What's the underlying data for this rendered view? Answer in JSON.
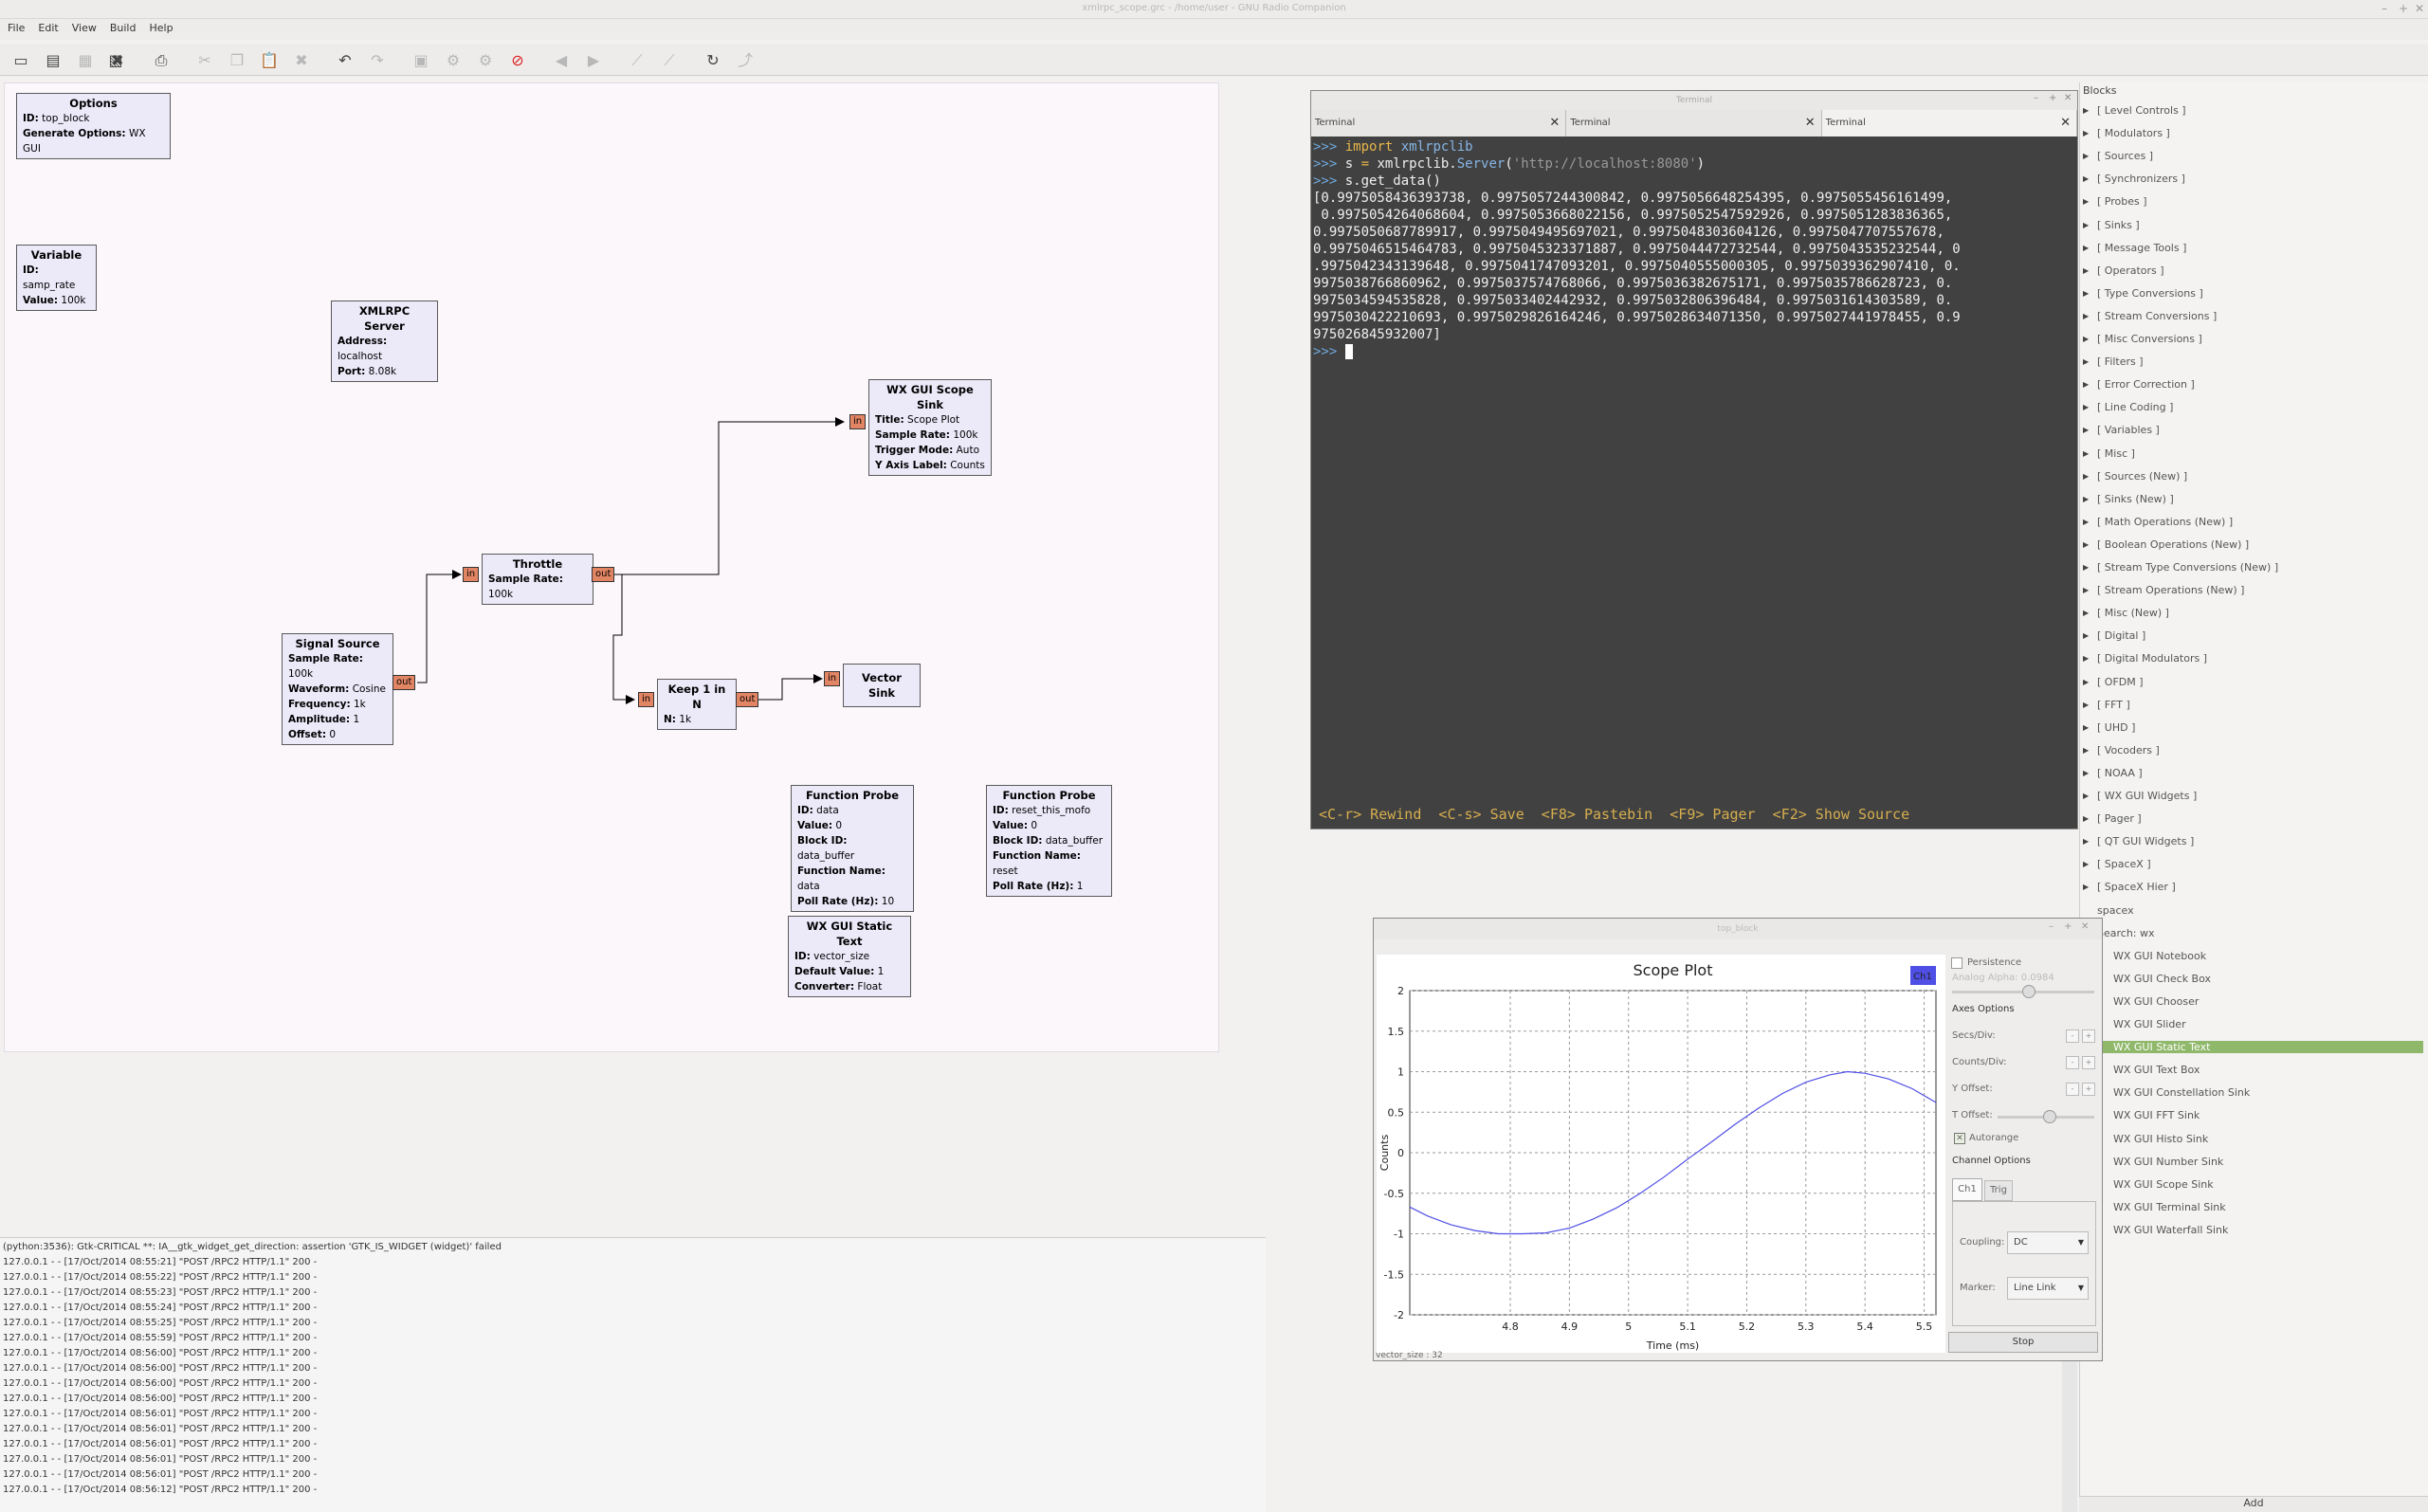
{
  "window": {
    "title": "xmlrpc_scope.grc - /home/user - GNU Radio Companion"
  },
  "menu": [
    "File",
    "Edit",
    "View",
    "Build",
    "Help"
  ],
  "toolbar": {
    "icons": [
      "new-icon",
      "open-icon",
      "save-icon",
      "save-as-icon",
      "close-icon",
      "print-icon",
      "cut-icon",
      "copy-icon",
      "paste-icon",
      "delete-icon",
      "undo-icon",
      "redo-icon",
      "generate-icon",
      "execute-icon",
      "settings-icon",
      "kill-icon",
      "rotate-ccw-icon",
      "rotate-cw-icon",
      "enable-icon",
      "disable-icon",
      "reload-icon",
      "find-icon"
    ]
  },
  "flowgraph": {
    "options": {
      "title": "Options",
      "rows": [
        [
          "ID:",
          " top_block"
        ],
        [
          "Generate Options:",
          " WX GUI"
        ]
      ]
    },
    "variable": {
      "title": "Variable",
      "rows": [
        [
          "ID:",
          " samp_rate"
        ],
        [
          "Value:",
          " 100k"
        ]
      ]
    },
    "xmlrpc": {
      "title": "XMLRPC Server",
      "rows": [
        [
          "Address:",
          " localhost"
        ],
        [
          "Port:",
          " 8.08k"
        ]
      ]
    },
    "scope_sink": {
      "title": "WX GUI Scope Sink",
      "rows": [
        [
          "Title:",
          " Scope Plot"
        ],
        [
          "Sample Rate:",
          " 100k"
        ],
        [
          "Trigger Mode:",
          " Auto"
        ],
        [
          "Y Axis Label:",
          " Counts"
        ]
      ]
    },
    "throttle": {
      "title": "Throttle",
      "rows": [
        [
          "Sample Rate:",
          " 100k"
        ]
      ]
    },
    "signal_source": {
      "title": "Signal Source",
      "rows": [
        [
          "Sample Rate:",
          " 100k"
        ],
        [
          "Waveform:",
          " Cosine"
        ],
        [
          "Frequency:",
          " 1k"
        ],
        [
          "Amplitude:",
          " 1"
        ],
        [
          "Offset:",
          " 0"
        ]
      ]
    },
    "keep": {
      "title": "Keep 1 in N",
      "rows": [
        [
          "N:",
          " 1k"
        ]
      ]
    },
    "vector_sink": {
      "title": "Vector Sink"
    },
    "probe1": {
      "title": "Function Probe",
      "rows": [
        [
          "ID:",
          " data"
        ],
        [
          "Value:",
          " 0"
        ],
        [
          "Block ID:",
          " data_buffer"
        ],
        [
          "Function Name:",
          " data"
        ],
        [
          "Poll Rate (Hz):",
          " 10"
        ]
      ]
    },
    "probe2": {
      "title": "Function Probe",
      "rows": [
        [
          "ID:",
          " reset_this_mofo"
        ],
        [
          "Value:",
          " 0"
        ],
        [
          "Block ID:",
          " data_buffer"
        ],
        [
          "Function Name:",
          " reset"
        ],
        [
          "Poll Rate (Hz):",
          " 1"
        ]
      ]
    },
    "static_text": {
      "title": "WX GUI Static Text",
      "rows": [
        [
          "ID:",
          " vector_size"
        ],
        [
          "Default Value:",
          " 1"
        ],
        [
          "Converter:",
          " Float"
        ]
      ]
    },
    "port_in": "in",
    "port_out": "out"
  },
  "log": [
    "(python:3536): Gtk-CRITICAL **: IA__gtk_widget_get_direction: assertion 'GTK_IS_WIDGET (widget)' failed",
    "127.0.0.1 - - [17/Oct/2014 08:55:21] \"POST /RPC2 HTTP/1.1\" 200 -",
    "127.0.0.1 - - [17/Oct/2014 08:55:22] \"POST /RPC2 HTTP/1.1\" 200 -",
    "127.0.0.1 - - [17/Oct/2014 08:55:23] \"POST /RPC2 HTTP/1.1\" 200 -",
    "127.0.0.1 - - [17/Oct/2014 08:55:24] \"POST /RPC2 HTTP/1.1\" 200 -",
    "127.0.0.1 - - [17/Oct/2014 08:55:25] \"POST /RPC2 HTTP/1.1\" 200 -",
    "127.0.0.1 - - [17/Oct/2014 08:55:59] \"POST /RPC2 HTTP/1.1\" 200 -",
    "127.0.0.1 - - [17/Oct/2014 08:56:00] \"POST /RPC2 HTTP/1.1\" 200 -",
    "127.0.0.1 - - [17/Oct/2014 08:56:00] \"POST /RPC2 HTTP/1.1\" 200 -",
    "127.0.0.1 - - [17/Oct/2014 08:56:00] \"POST /RPC2 HTTP/1.1\" 200 -",
    "127.0.0.1 - - [17/Oct/2014 08:56:00] \"POST /RPC2 HTTP/1.1\" 200 -",
    "127.0.0.1 - - [17/Oct/2014 08:56:01] \"POST /RPC2 HTTP/1.1\" 200 -",
    "127.0.0.1 - - [17/Oct/2014 08:56:01] \"POST /RPC2 HTTP/1.1\" 200 -",
    "127.0.0.1 - - [17/Oct/2014 08:56:01] \"POST /RPC2 HTTP/1.1\" 200 -",
    "127.0.0.1 - - [17/Oct/2014 08:56:01] \"POST /RPC2 HTTP/1.1\" 200 -",
    "127.0.0.1 - - [17/Oct/2014 08:56:01] \"POST /RPC2 HTTP/1.1\" 200 -",
    "127.0.0.1 - - [17/Oct/2014 08:56:12] \"POST /RPC2 HTTP/1.1\" 200 -"
  ],
  "blocks_panel": {
    "header": "Blocks",
    "categories": [
      "[ Level Controls ]",
      "[ Modulators ]",
      "[ Sources ]",
      "[ Synchronizers ]",
      "[ Probes ]",
      "[ Sinks ]",
      "[ Message Tools ]",
      "[ Operators ]",
      "[ Type Conversions ]",
      "[ Stream Conversions ]",
      "[ Misc Conversions ]",
      "[ Filters ]",
      "[ Error Correction ]",
      "[ Line Coding ]",
      "[ Variables ]",
      "[ Misc ]",
      "[ Sources (New) ]",
      "[ Sinks (New) ]",
      "[ Math Operations (New) ]",
      "[ Boolean Operations (New) ]",
      "[ Stream Type Conversions (New) ]",
      "[ Stream Operations (New) ]",
      "[ Misc (New) ]",
      "[ Digital ]",
      "[ Digital Modulators ]",
      "[ OFDM ]",
      "[ FFT ]",
      "[ UHD ]",
      "[ Vocoders ]",
      "[ NOAA ]",
      "[ WX GUI Widgets ]",
      "[ Pager ]",
      "[ QT GUI Widgets ]",
      "[ SpaceX ]",
      "[ SpaceX Hier ]",
      "spacex",
      "Search: wx"
    ],
    "search_results": [
      "WX GUI Notebook",
      "WX GUI Check Box",
      "WX GUI Chooser",
      "WX GUI Slider",
      "WX GUI Static Text",
      "WX GUI Text Box",
      "WX GUI Constellation Sink",
      "WX GUI FFT Sink",
      "WX GUI Histo Sink",
      "WX GUI Number Sink",
      "WX GUI Scope Sink",
      "WX GUI Terminal Sink",
      "WX GUI Waterfall Sink"
    ],
    "selected": "WX GUI Static Text",
    "add_label": "Add"
  },
  "terminal": {
    "title": "Terminal",
    "tabs": [
      "Terminal",
      "Terminal",
      "Terminal"
    ],
    "prompt": ">>>",
    "line1_kw": "import",
    "line1_rest": " xmlrpclib",
    "line2_a": " s ",
    "line2_b": "= ",
    "line2_c": "xmlrpclib.",
    "line2_d": "Server",
    "line2_e": "(",
    "line2_f": "'http://localhost:8080'",
    "line2_g": ")",
    "line3": " s.get_data()",
    "output": "[0.9975058436393738, 0.9975057244300842, 0.9975056648254395, 0.9975055456161499,\n 0.9975054264068604, 0.9975053668022156, 0.9975052547592926, 0.9975051283836365,\n0.9975050687789917, 0.9975049495697021, 0.9975048303604126, 0.9975047707557678,\n0.9975046515464783, 0.9975045323371887, 0.9975044472732544, 0.9975043535232544, 0\n.9975042343139648, 0.9975041747093201, 0.9975040555000305, 0.9975039362907410, 0.\n9975038766860962, 0.9975037574768066, 0.9975036382675171, 0.9975035786628723, 0.\n9975034594535828, 0.9975033402442932, 0.9975032806396484, 0.9975031614303589, 0.\n9975030422210693, 0.9975029826164246, 0.9975028634071350, 0.9975027441978455, 0.9\n975026845932007]",
    "footer": "<C-r> Rewind  <C-s> Save  <F8> Pastebin  <F9> Pager  <F2> Show Source"
  },
  "scope_window": {
    "title": "top_block",
    "status": "vector_size : 32",
    "persistence": "Persistence",
    "analog_alpha": "Analog Alpha: 0.0984",
    "axes_options": "Axes Options",
    "secs_div": "Secs/Div:",
    "counts_div": "Counts/Div:",
    "y_offset": "Y Offset:",
    "t_offset": "T Offset:",
    "autorange": "Autorange",
    "channel_options": "Channel Options",
    "tab_ch1": "Ch1",
    "tab_trig": "Trig",
    "coupling_label": "Coupling:",
    "coupling_value": "DC",
    "marker_label": "Marker:",
    "marker_value": "Line Link",
    "stop": "Stop",
    "legend": "Ch1",
    "accent": "#4f4fe6"
  },
  "chart_data": {
    "type": "line",
    "title": "Scope Plot",
    "xlabel": "Time (ms)",
    "ylabel": "Counts",
    "xlim": [
      4.63,
      5.52
    ],
    "ylim": [
      -2,
      2
    ],
    "xticks": [
      4.8,
      4.9,
      5,
      5.1,
      5.2,
      5.3,
      5.4,
      5.5
    ],
    "yticks": [
      2,
      1.5,
      1,
      0.5,
      0,
      -0.5,
      -1,
      -1.5,
      -2
    ],
    "grid": true,
    "legend": "top-right",
    "series": [
      {
        "name": "Ch1",
        "color": "#4f4fe6",
        "x": [
          4.63,
          4.66,
          4.7,
          4.74,
          4.78,
          4.82,
          4.86,
          4.9,
          4.94,
          4.98,
          5.02,
          5.06,
          5.1,
          5.14,
          5.18,
          5.22,
          5.26,
          5.3,
          5.34,
          5.37,
          5.4,
          5.44,
          5.48,
          5.52
        ],
        "y": [
          -0.67,
          -0.78,
          -0.89,
          -0.96,
          -1.0,
          -1.0,
          -0.99,
          -0.93,
          -0.82,
          -0.68,
          -0.5,
          -0.3,
          -0.08,
          0.13,
          0.35,
          0.55,
          0.73,
          0.87,
          0.96,
          1.0,
          0.98,
          0.91,
          0.79,
          0.62
        ]
      }
    ]
  }
}
